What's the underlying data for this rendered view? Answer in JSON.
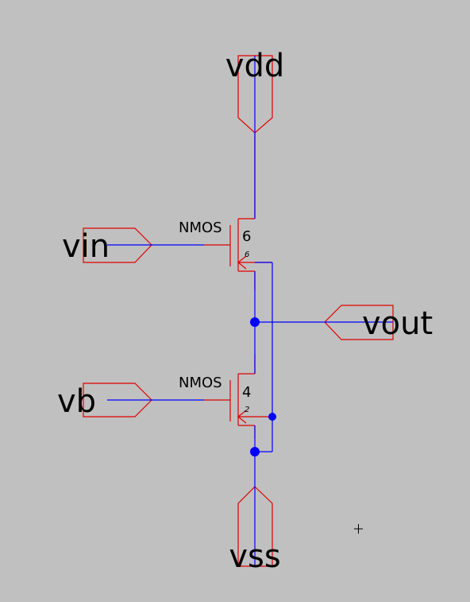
{
  "colors": {
    "background": "#c0c0c0",
    "symbol": "#e00000",
    "wire": "#0000ff",
    "junction": "#0000ff",
    "text": "#000000"
  },
  "pins": {
    "vdd": "vdd",
    "vin": "vin",
    "vout": "vout",
    "vb": "vb",
    "vss": "vss"
  },
  "devices": {
    "m1": {
      "type": "NMOS",
      "number": "6",
      "sub": "6"
    },
    "m2": {
      "type": "NMOS",
      "number": "4",
      "sub": "2"
    }
  },
  "cursor_icon": "crosshair-cursor-icon"
}
